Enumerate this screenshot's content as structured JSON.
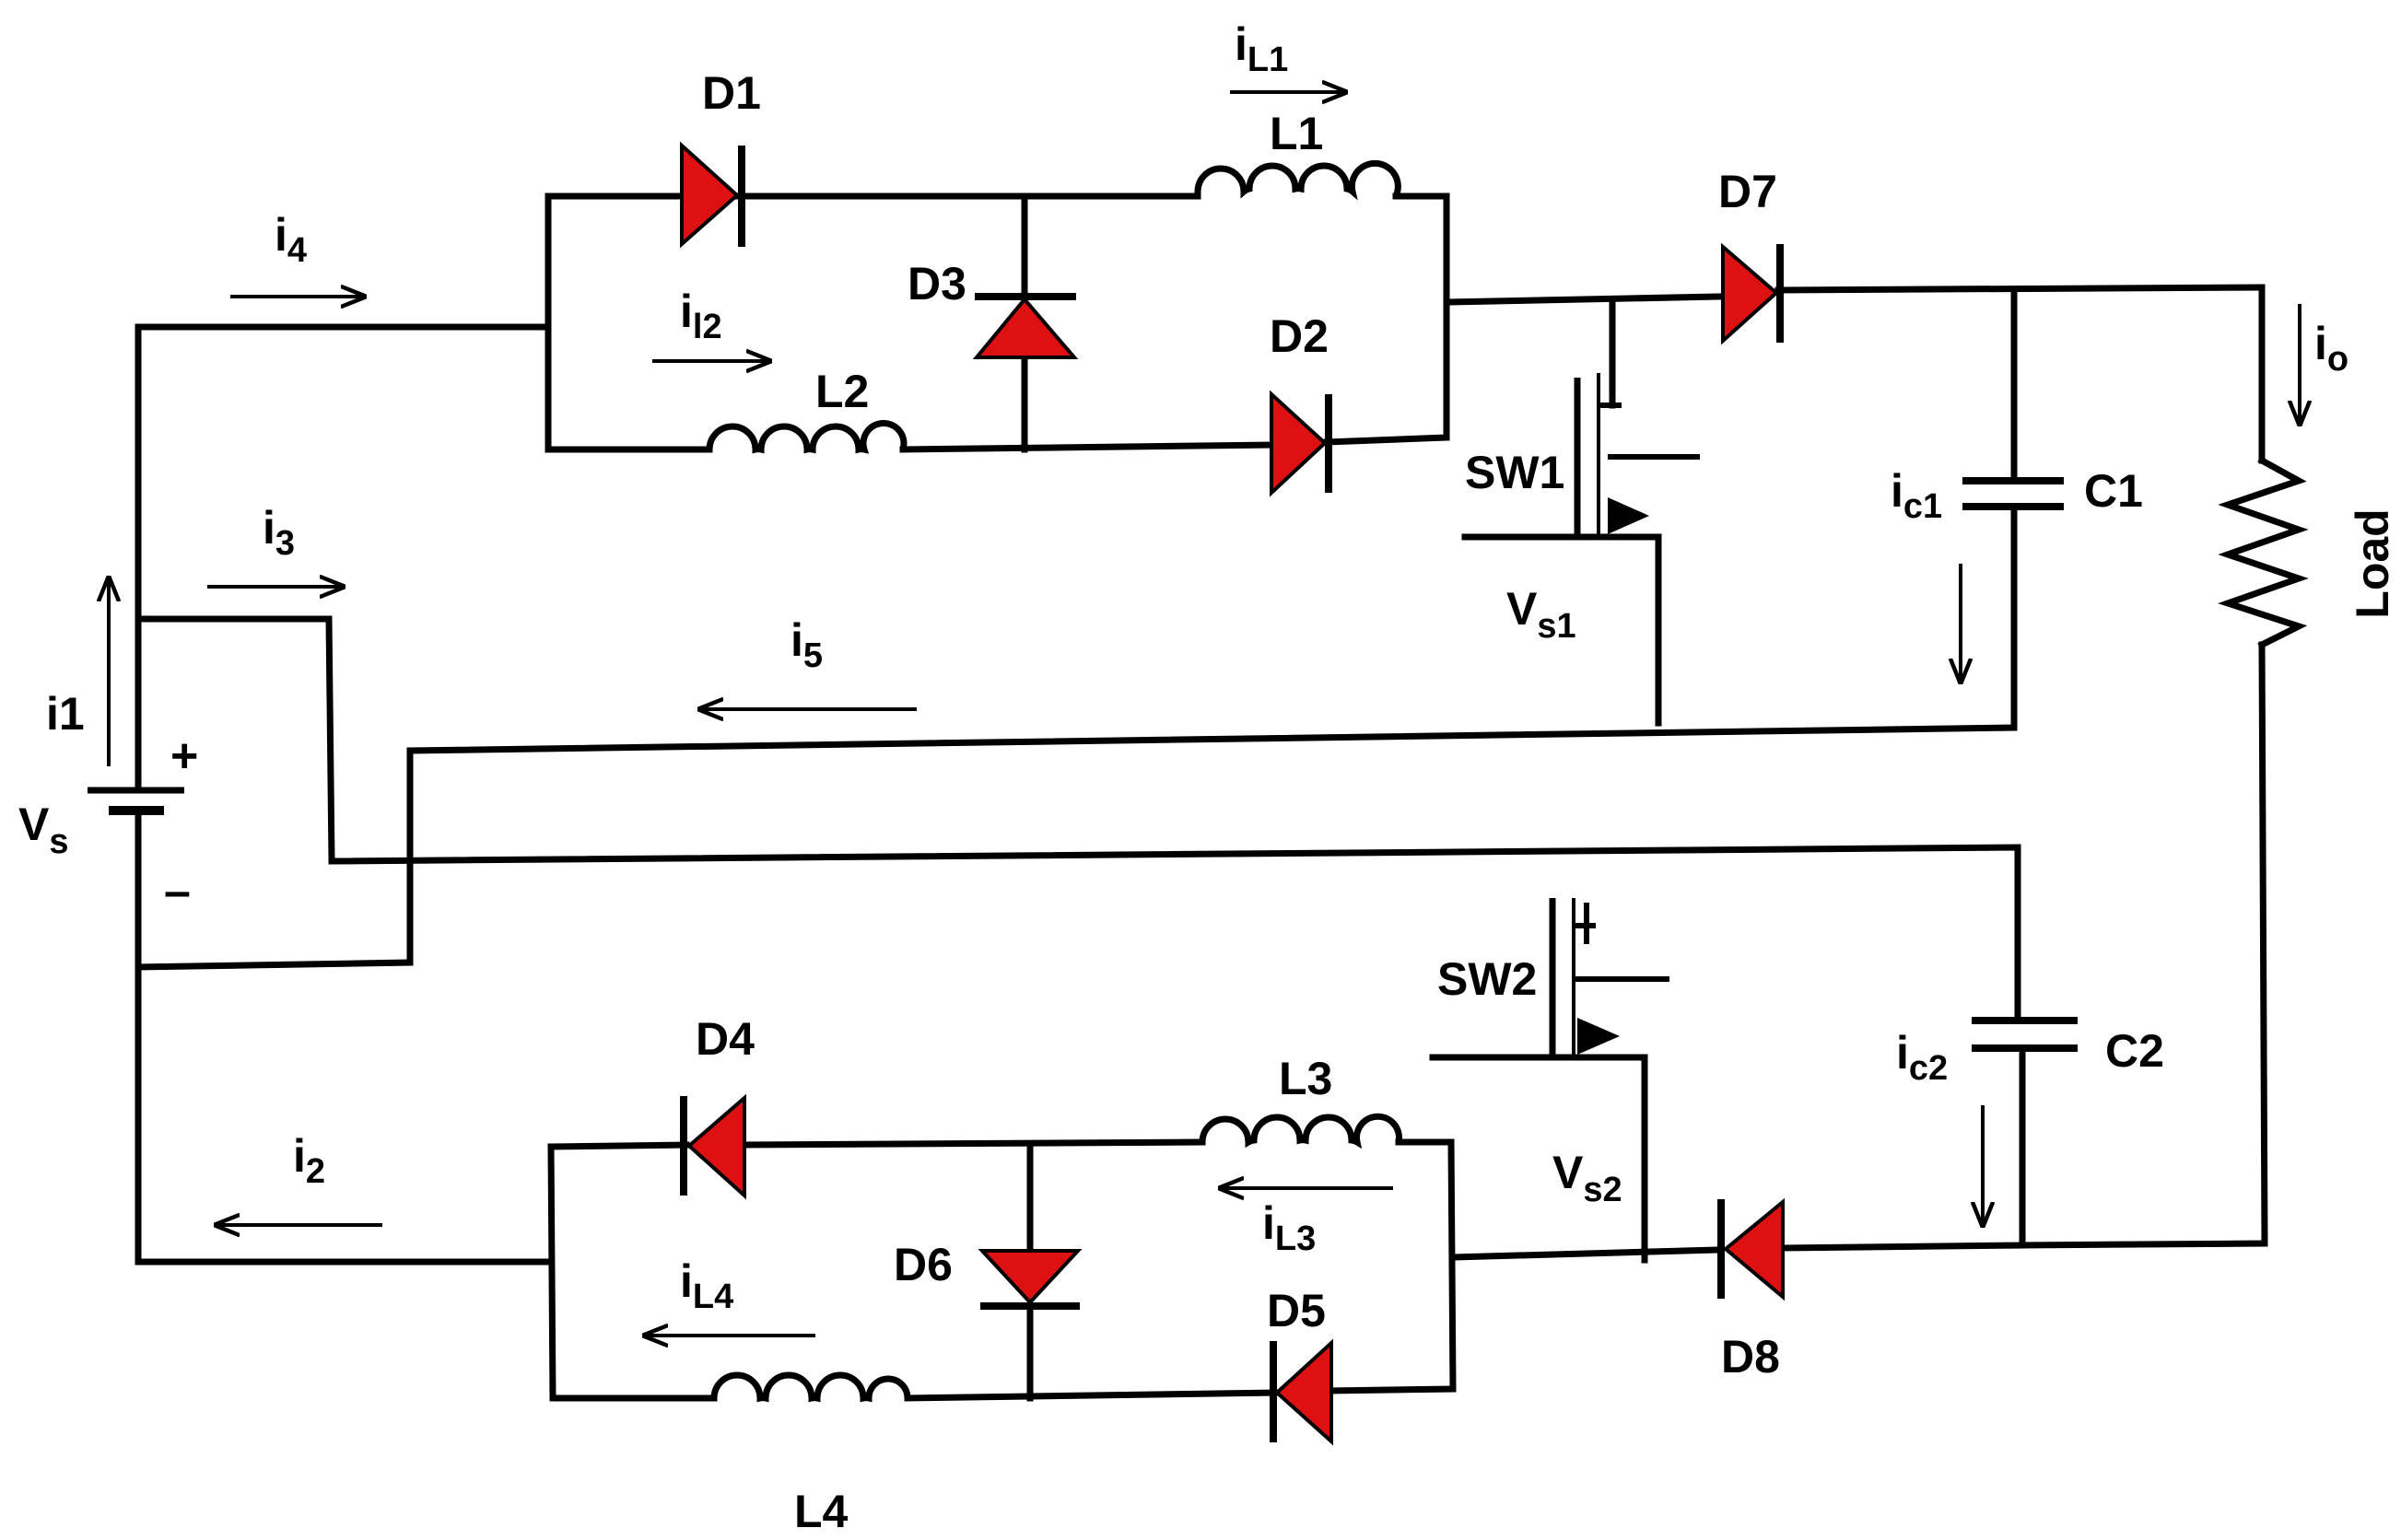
{
  "components": {
    "diodes": [
      "D1",
      "D2",
      "D3",
      "D4",
      "D5",
      "D6",
      "D7",
      "D8"
    ],
    "inductors": [
      "L1",
      "L2",
      "L3",
      "L4"
    ],
    "capacitors": [
      "C1",
      "C2"
    ],
    "switches": [
      "SW1",
      "SW2"
    ],
    "load": "Load",
    "source": {
      "main": "V",
      "sub": "s"
    }
  },
  "gate_labels": [
    {
      "main": "V",
      "sub": "s1"
    },
    {
      "main": "V",
      "sub": "s2"
    }
  ],
  "currents": {
    "i1": "i1",
    "i2": {
      "main": "i",
      "sub": "2"
    },
    "i3": {
      "main": "i",
      "sub": "3"
    },
    "i4": {
      "main": "i",
      "sub": "4"
    },
    "i5": {
      "main": "i",
      "sub": "5"
    },
    "iL1": {
      "main": "i",
      "sub": "L1"
    },
    "il2": {
      "main": "i",
      "sub": "l2"
    },
    "iL3": {
      "main": "i",
      "sub": "L3"
    },
    "iL4": {
      "main": "i",
      "sub": "L4"
    },
    "ic1": {
      "main": "i",
      "sub": "c1"
    },
    "ic2": {
      "main": "i",
      "sub": "c2"
    },
    "io": {
      "main": "i",
      "sub": "o"
    }
  },
  "polarity": {
    "plus": "+",
    "minus": "–"
  },
  "colors": {
    "diode_fill": "#dd1111",
    "wire": "#000000",
    "background": "#ffffff"
  }
}
